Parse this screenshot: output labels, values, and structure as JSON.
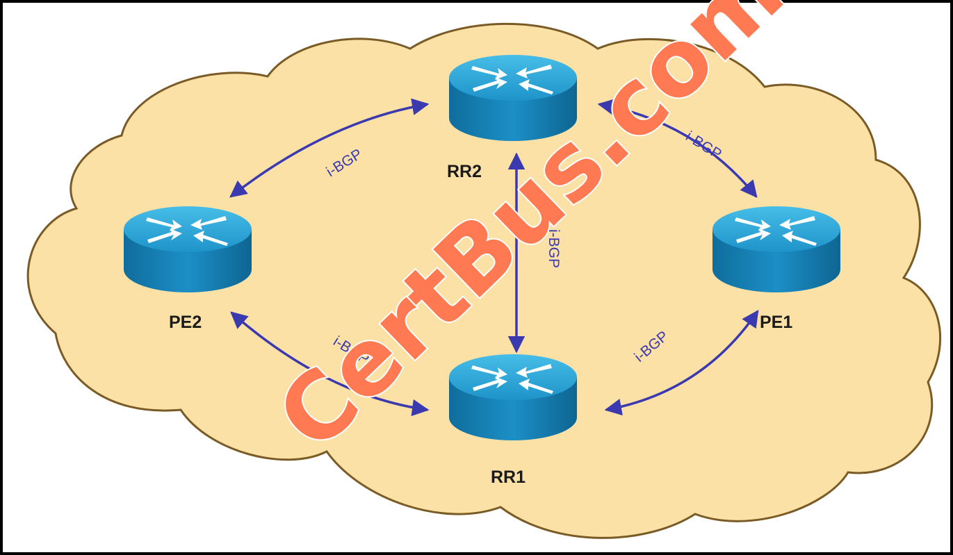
{
  "nodes": {
    "rr2": {
      "label": "RR2"
    },
    "pe2": {
      "label": "PE2"
    },
    "pe1": {
      "label": "PE1"
    },
    "rr1": {
      "label": "RR1"
    }
  },
  "links": [
    {
      "from": "PE2",
      "to": "RR2",
      "label": "i-BGP"
    },
    {
      "from": "RR2",
      "to": "PE1",
      "label": "i-BGP"
    },
    {
      "from": "RR2",
      "to": "RR1",
      "label": "i-BGP"
    },
    {
      "from": "PE2",
      "to": "RR1",
      "label": "i-BGP"
    },
    {
      "from": "RR1",
      "to": "PE1",
      "label": "i-BGP"
    }
  ],
  "watermark": "CertBus.com",
  "colors": {
    "cloud_fill": "#fbe1a6",
    "cloud_stroke": "#7a5a25",
    "router_body": "#1f8fc0",
    "router_top": "#2aa7dc",
    "link": "#3b39b0",
    "watermark": "#ff7a52"
  }
}
